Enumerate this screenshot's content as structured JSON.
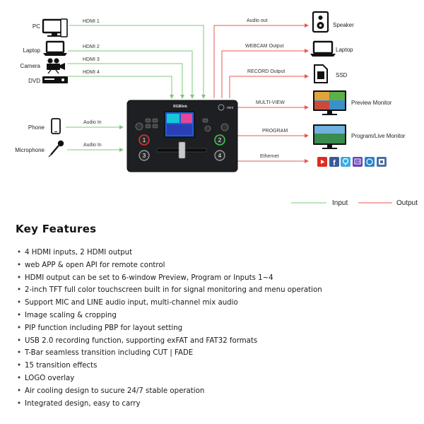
{
  "inputs": {
    "pc": "PC",
    "laptop": "Laptop",
    "camera": "Camera",
    "dvd": "DVD",
    "phone": "Phone",
    "microphone": "Microphone"
  },
  "input_links": {
    "hdmi1": "HDMI 1",
    "hdmi2": "HDMI 2",
    "hdmi3": "HDMI 3",
    "hdmi4": "HDMI 4",
    "audio_in_1": "Audio In",
    "audio_in_2": "Audio In"
  },
  "output_links": {
    "audio_out": "Audio out",
    "webcam_output": "WEBCAM Output",
    "record_output": "RECORD Output",
    "multi_view": "MULTI-VIEW",
    "program": "PROGRAM",
    "ethernet": "Ethernet"
  },
  "outputs": {
    "speaker": "Speaker",
    "laptop": "Laptop",
    "ssd": "SSD",
    "preview_monitor": "Preview Monitor",
    "program_monitor": "Program/Live Monitor"
  },
  "device": {
    "brand": "RGBlink",
    "model": "mini"
  },
  "legend": {
    "input": "Input",
    "output": "Output"
  },
  "colors": {
    "input_line": "#7dc878",
    "output_line": "#e8584f"
  },
  "features": {
    "title": "Key Features",
    "items": [
      "4 HDMI inputs, 2 HDMI output",
      "web APP & open API for remote control",
      "HDMI output can be set to 6-window Preview, Program or Inputs 1~4",
      "2-inch TFT full color touchscreen built in for signal monitoring and menu operation",
      "Support MIC and LINE audio input, multi-channel mix audio",
      "Image scaling & cropping",
      "PIP function including PBP for layout setting",
      "USB 2.0 recording function, supporting exFAT and FAT32 formats",
      "T-Bar seamless transition including CUT | FADE",
      "15 transition effects",
      "LOGO overlay",
      "Air cooling design to sucure 24/7 stable operation",
      "Integrated design, easy to carry"
    ]
  }
}
